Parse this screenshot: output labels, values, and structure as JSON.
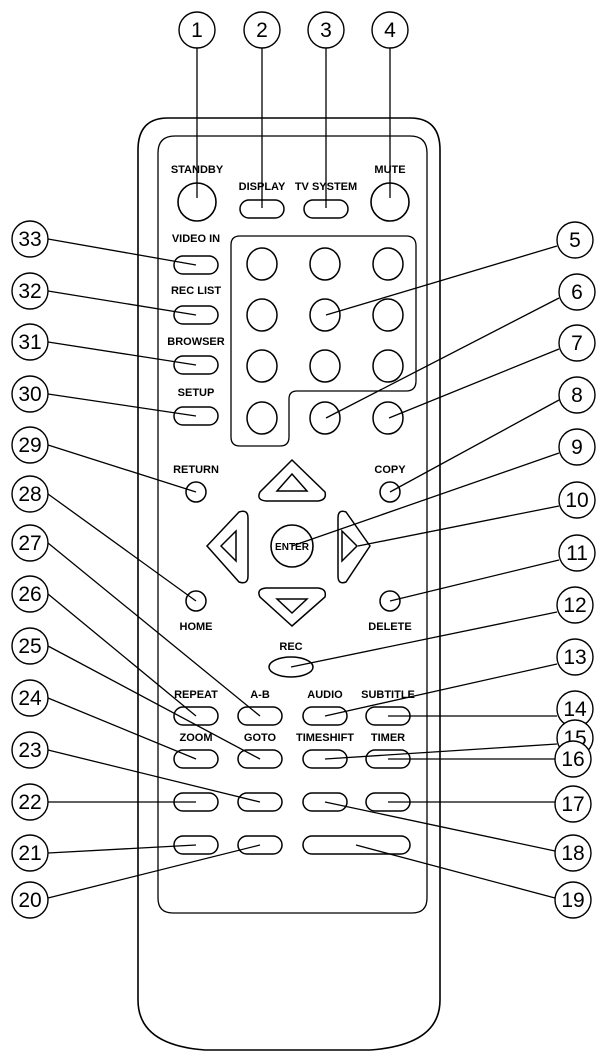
{
  "labels": {
    "standby": "STANDBY",
    "display": "DISPLAY",
    "tv_system": "TV SYSTEM",
    "mute": "MUTE",
    "video_in": "VIDEO IN",
    "rec_list": "REC LIST",
    "browser": "BROWSER",
    "setup": "SETUP",
    "return": "RETURN",
    "copy": "COPY",
    "enter": "ENTER",
    "home": "HOME",
    "delete": "DELETE",
    "rec": "REC",
    "repeat": "REPEAT",
    "a_b": "A-B",
    "audio": "AUDIO",
    "subtitle": "SUBTITLE",
    "zoom": "ZOOM",
    "goto": "GOTO",
    "timeshift": "TIMESHIFT",
    "timer": "TIMER"
  },
  "callouts": [
    "1",
    "2",
    "3",
    "4",
    "5",
    "6",
    "7",
    "8",
    "9",
    "10",
    "11",
    "12",
    "13",
    "14",
    "15",
    "16",
    "17",
    "18",
    "19",
    "20",
    "21",
    "22",
    "23",
    "24",
    "25",
    "26",
    "27",
    "28",
    "29",
    "30",
    "31",
    "32",
    "33"
  ],
  "colors": {
    "stroke": "#000000",
    "background": "#ffffff"
  }
}
